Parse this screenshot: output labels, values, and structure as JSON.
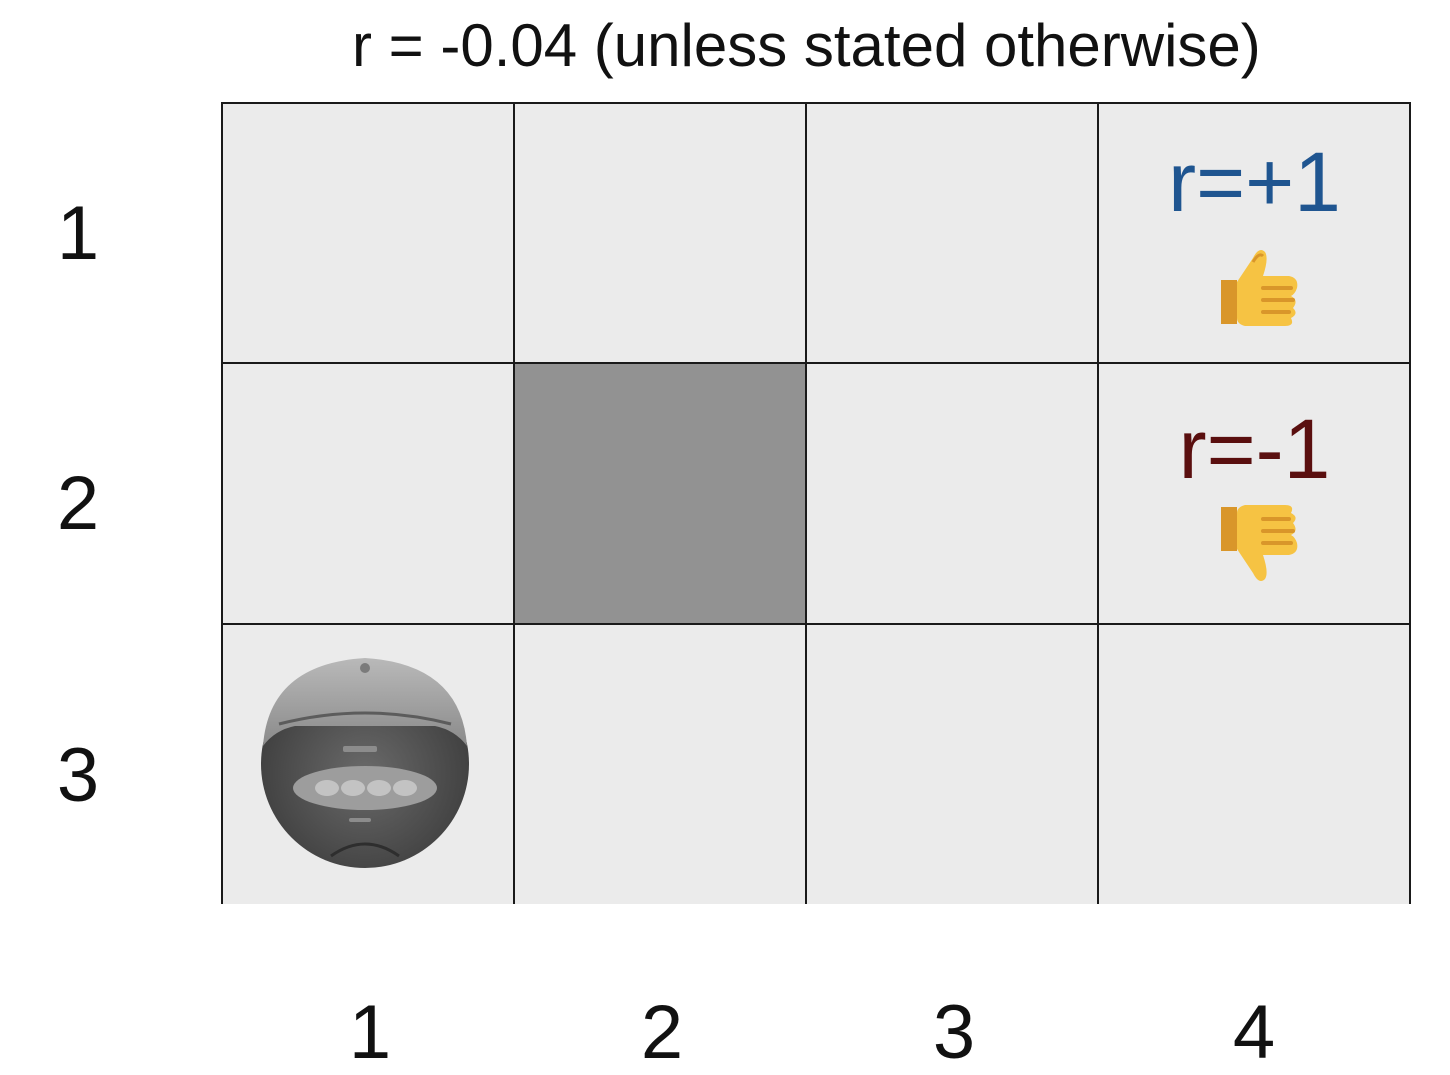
{
  "caption": "r = -0.04 (unless stated otherwise)",
  "row_labels": [
    "1",
    "2",
    "3"
  ],
  "col_labels": [
    "1",
    "2",
    "3",
    "4"
  ],
  "grid": {
    "rows": 3,
    "cols": 4,
    "cell_color": "#ebebeb",
    "wall_color": "#929292",
    "wall_cell": {
      "row": 2,
      "col": 2
    },
    "robot_cell": {
      "row": 3,
      "col": 1
    }
  },
  "terminals": {
    "positive": {
      "text": "r=+1",
      "color": "#1f5590",
      "icon": "thumbs-up-icon",
      "row": 1,
      "col": 4
    },
    "negative": {
      "text": "r=-1",
      "color": "#5a0f0f",
      "icon": "thumbs-down-icon",
      "row": 2,
      "col": 4
    }
  }
}
